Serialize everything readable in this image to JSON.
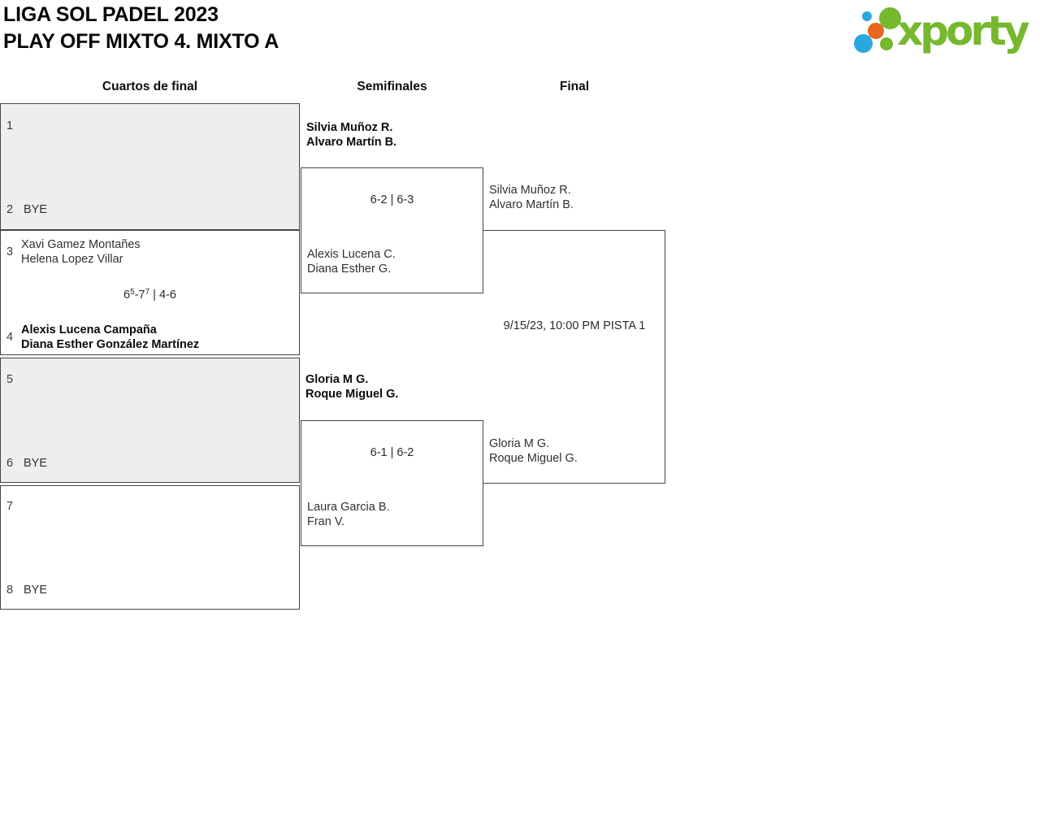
{
  "title": {
    "line1": "LIGA SOL PADEL 2023",
    "line2": "PLAY OFF MIXTO 4. MIXTO A"
  },
  "logo": {
    "wordmark": "xporty"
  },
  "rounds": {
    "quarterfinals": "Cuartos de final",
    "semifinals": "Semifinales",
    "final": "Final"
  },
  "qf": {
    "m1": {
      "seed1": "1",
      "seed2": "2",
      "team2": "BYE"
    },
    "m2": {
      "seed1": "3",
      "t1l1": "Xavi Gamez Montañes",
      "t1l2": "Helena Lopez Villar",
      "score": {
        "p1": "6",
        "sup1": "5",
        "p2": "-7",
        "sup2": "7",
        "p3": " | 4-6"
      },
      "seed2": "4",
      "t2l1": "Alexis Lucena Campaña",
      "t2l2": "Diana Esther González Martínez"
    },
    "m3": {
      "seed1": "5",
      "seed2": "6",
      "team2": "BYE"
    },
    "m4": {
      "seed1": "7",
      "seed2": "8",
      "team2": "BYE"
    }
  },
  "sf": {
    "m1": {
      "t1l1": "Silvia Muñoz R.",
      "t1l2": "Alvaro Martín B.",
      "score": "6-2 | 6-3",
      "t2l1": "Alexis Lucena C.",
      "t2l2": "Diana Esther G.",
      "w1": "Silvia Muñoz R.",
      "w2": "Alvaro Martín B."
    },
    "m2": {
      "t1l1": "Gloria M G.",
      "t1l2": "Roque Miguel G.",
      "score": "6-1 | 6-2",
      "t2l1": "Laura Garcia B.",
      "t2l2": "Fran V.",
      "w1": "Gloria M G.",
      "w2": "Roque Miguel G."
    }
  },
  "final": {
    "schedule": "9/15/23, 10:00 PM PISTA 1"
  },
  "colors": {
    "logo_green": "#76b82e",
    "logo_blue": "#29a7df",
    "logo_orange": "#e8661d",
    "box_fill_gray": "#eeeeee",
    "line": "#454545"
  }
}
